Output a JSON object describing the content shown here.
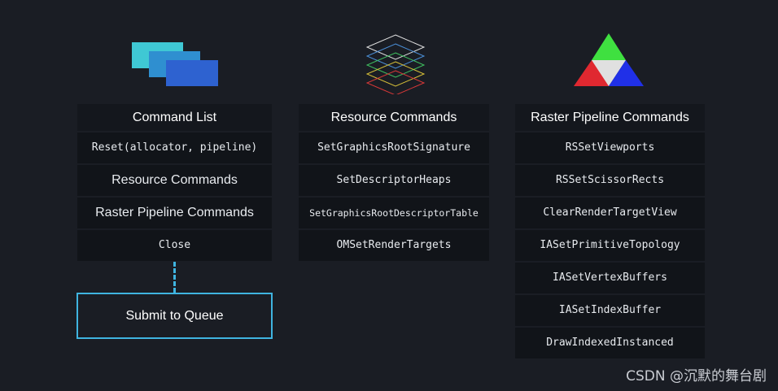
{
  "command_list": {
    "header": "Command List",
    "items": [
      "Reset(allocator, pipeline)",
      "Resource Commands",
      "Raster Pipeline Commands",
      "Close"
    ],
    "submit": "Submit to Queue"
  },
  "resource_commands": {
    "header": "Resource Commands",
    "items": [
      "SetGraphicsRootSignature",
      "SetDescriptorHeaps",
      "SetGraphicsRootDescriptorTable",
      "OMSetRenderTargets"
    ]
  },
  "raster_commands": {
    "header": "Raster Pipeline Commands",
    "items": [
      "RSSetViewports",
      "RSSetScissorRects",
      "ClearRenderTargetView",
      "IASetPrimitiveTopology",
      "IASetVertexBuffers",
      "IASetIndexBuffer",
      "DrawIndexedInstanced"
    ]
  },
  "watermark": "CSDN @沉默的舞台剧",
  "icons": [
    "command-list-stack-icon",
    "resource-layers-icon",
    "raster-triangle-icon"
  ],
  "colors": {
    "background": "#1a1d24",
    "accent": "#3fb4e0",
    "stack_1": "#3fc8d4",
    "stack_2": "#2f8fd0",
    "stack_3": "#2e62d0",
    "triangle_green": "#3fe040",
    "triangle_red": "#e02830",
    "triangle_blue": "#2030e8",
    "triangle_white": "#e0e0e0"
  }
}
